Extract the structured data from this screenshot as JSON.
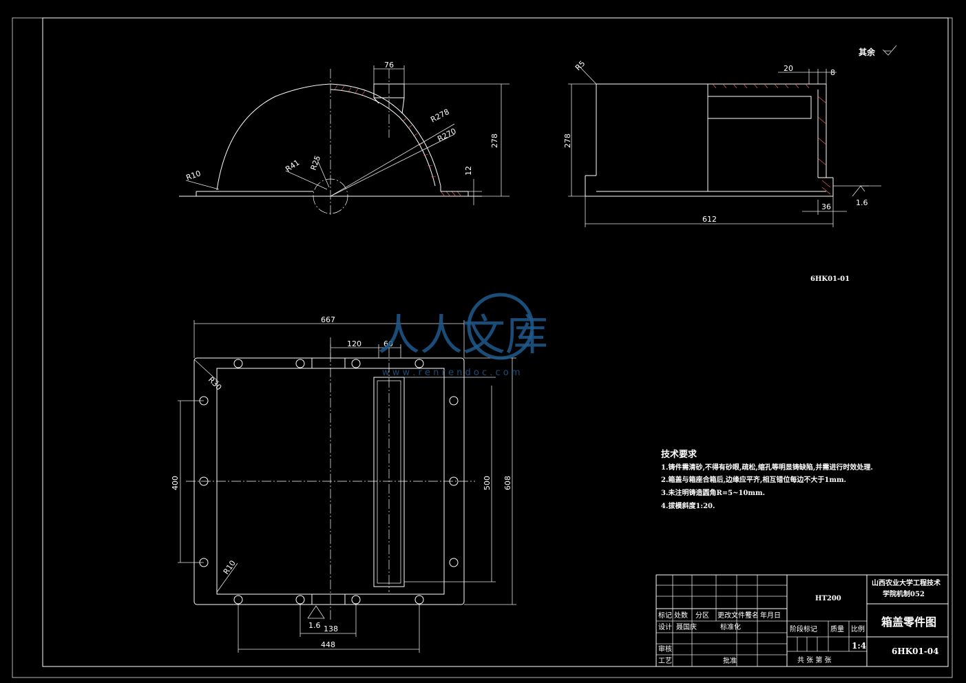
{
  "drawing": {
    "surface_roughness_note": "其余",
    "part_code_top": "6HK01-01",
    "tech_requirements": {
      "title": "技术要求",
      "items": [
        "1.铸件需清砂,不得有砂眼,疏松,缩孔等明显铸缺陷,并需进行时效处理.",
        "2.箱盖与箱座合箱后,边缘应平齐,相互错位每边不大于1mm.",
        "3.未注明铸造圆角R=5~10mm.",
        "4.拔模斜度1:20."
      ]
    },
    "dims_front": {
      "d76": "76",
      "r278": "R278",
      "r270": "R270",
      "r41": "R41",
      "r25": "R25",
      "r10": "R10",
      "d278": "278",
      "d12": "12"
    },
    "dims_side": {
      "r5": "R5",
      "d20": "20",
      "d8": "8",
      "d278": "278",
      "d612": "612",
      "d36": "36",
      "rough": "1.6"
    },
    "dims_top": {
      "d667": "667",
      "d120": "120",
      "d60": "60",
      "r30": "R30",
      "d400": "400",
      "d500": "500",
      "d608": "608",
      "r10": "R10",
      "rough": "1.6",
      "d138": "138",
      "d448": "448"
    },
    "title_block": {
      "material": "HT200",
      "school": "山西农业大学工程技术",
      "school2": "学院机制052",
      "part_name": "箱盖零件图",
      "part_code": "6HK01-04",
      "scale": "1:4",
      "labels": {
        "mark": "标记",
        "count": "处数",
        "zone": "分区",
        "change_doc": "更改文件号",
        "sign": "签名",
        "date": "年月日",
        "design": "设计",
        "designer": "聂国庆",
        "standard": "标准化",
        "stage": "阶段标记",
        "weight": "质量",
        "ratio": "比例",
        "review": "审核",
        "process": "工艺",
        "approve": "批准",
        "sheets": "共 张 第 张"
      }
    }
  },
  "watermark": {
    "text": "人人文库",
    "url": "w w w . r e n r e n d o c . c o m"
  }
}
